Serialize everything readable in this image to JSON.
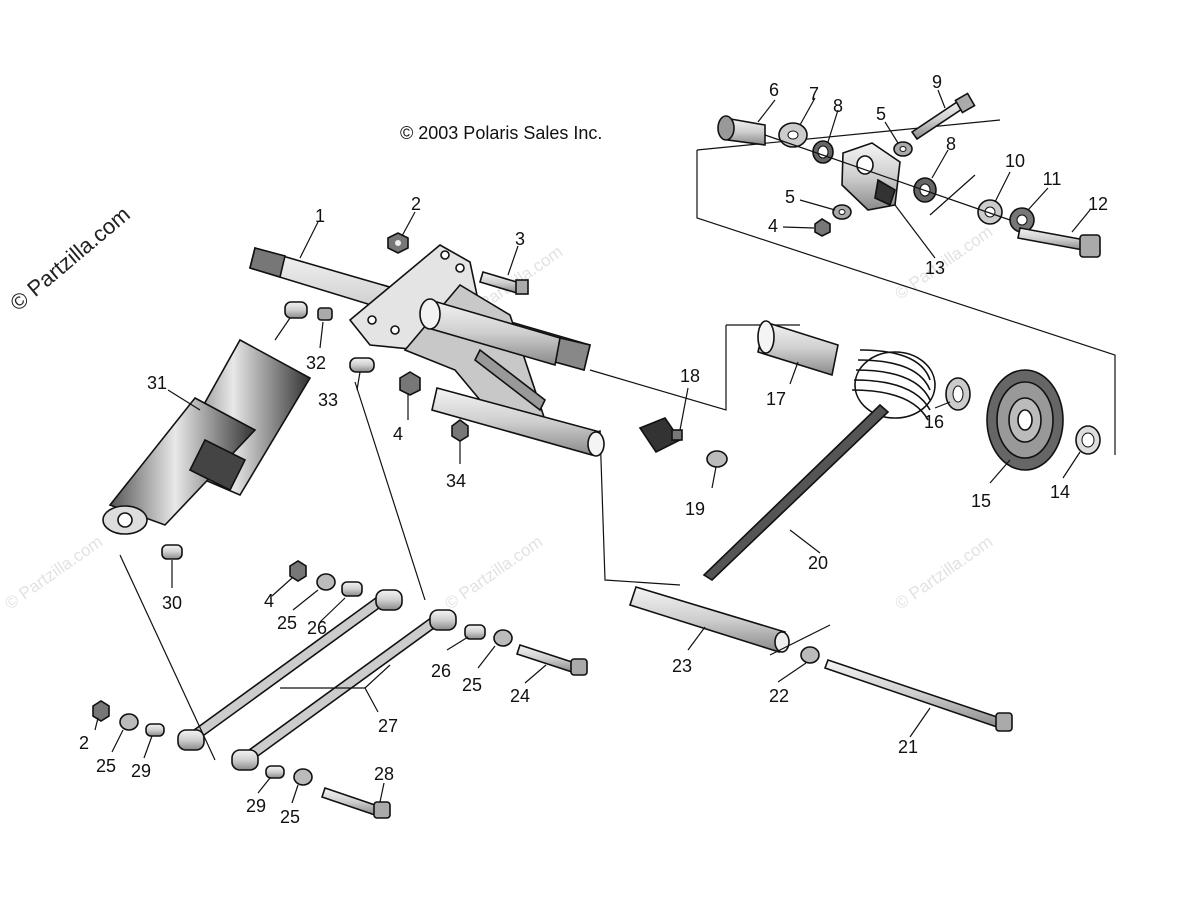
{
  "diagram": {
    "copyright": "© 2003 Polaris Sales Inc.",
    "watermark_main": "© Partzilla.com",
    "watermark_faint": "© Partzilla.com",
    "labels": {
      "l1": "1",
      "l2a": "2",
      "l2b": "2",
      "l3": "3",
      "l4a": "4",
      "l4b": "4",
      "l4c": "4",
      "l5a": "5",
      "l5b": "5",
      "l6": "6",
      "l7": "7",
      "l8a": "8",
      "l8b": "8",
      "l9": "9",
      "l10": "10",
      "l11": "11",
      "l12": "12",
      "l13": "13",
      "l14": "14",
      "l15": "15",
      "l16": "16",
      "l17": "17",
      "l18": "18",
      "l19": "19",
      "l20": "20",
      "l21": "21",
      "l22": "22",
      "l23": "23",
      "l24": "24",
      "l25a": "25",
      "l25b": "25",
      "l25c": "25",
      "l25d": "25",
      "l26a": "26",
      "l26b": "26",
      "l27": "27",
      "l28": "28",
      "l29a": "29",
      "l29b": "29",
      "l30": "30",
      "l31": "31",
      "l32": "32",
      "l33": "33",
      "l34": "34"
    }
  }
}
